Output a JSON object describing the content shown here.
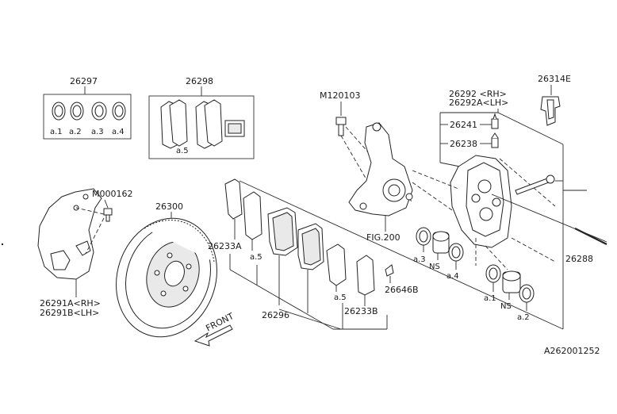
{
  "labels": {
    "p26297": "26297",
    "p26298": "26298",
    "m120103": "M120103",
    "p26292rh": "26292 <RH>",
    "p26292alh": "26292A<LH>",
    "p26314e": "26314E",
    "p26241": "26241",
    "p26238": "26238",
    "m000162": "M000162",
    "p26300": "26300",
    "p26233a": "26233A",
    "fig200": "FIG.200",
    "p26288": "26288",
    "p26291a": "26291A<RH>",
    "p26291b": "26291B<LH>",
    "p26296": "26296",
    "p26646b": "26646B",
    "p26233b": "26233B",
    "front": "FRONT",
    "code": "A262001252"
  },
  "qualifiers": {
    "a1": "a.1",
    "a2": "a.2",
    "a3": "a.3",
    "a4": "a.4",
    "a5": "a.5",
    "ns": "NS"
  }
}
